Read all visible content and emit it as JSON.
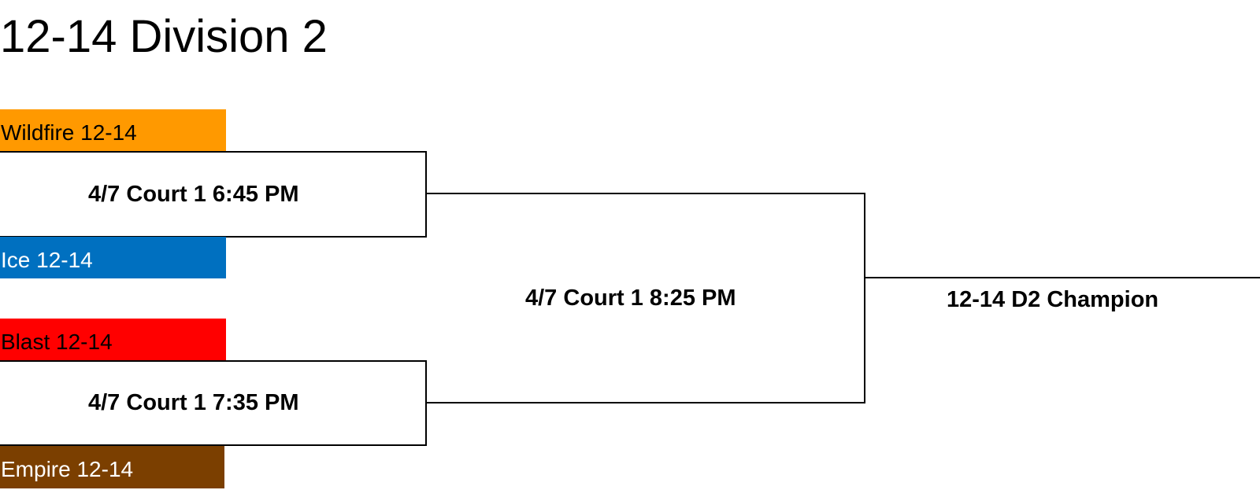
{
  "title": "12-14 Division 2",
  "teams": [
    {
      "name": "Wildfire 12-14",
      "color": "#FF9900",
      "text_color": "#000000"
    },
    {
      "name": "Ice 12-14",
      "color": "#0070C0",
      "text_color": "#FFFFFF"
    },
    {
      "name": "Blast 12-14",
      "color": "#FF0000",
      "text_color": "#000000"
    },
    {
      "name": "Empire 12-14",
      "color": "#7B3F00",
      "text_color": "#FFFFFF"
    }
  ],
  "games": {
    "semifinal_1": "4/7 Court 1 6:45 PM",
    "semifinal_2": "4/7 Court 1 7:35 PM",
    "final": "4/7 Court 1 8:25 PM"
  },
  "champion_label": "12-14 D2 Champion",
  "line_color": "#000000"
}
